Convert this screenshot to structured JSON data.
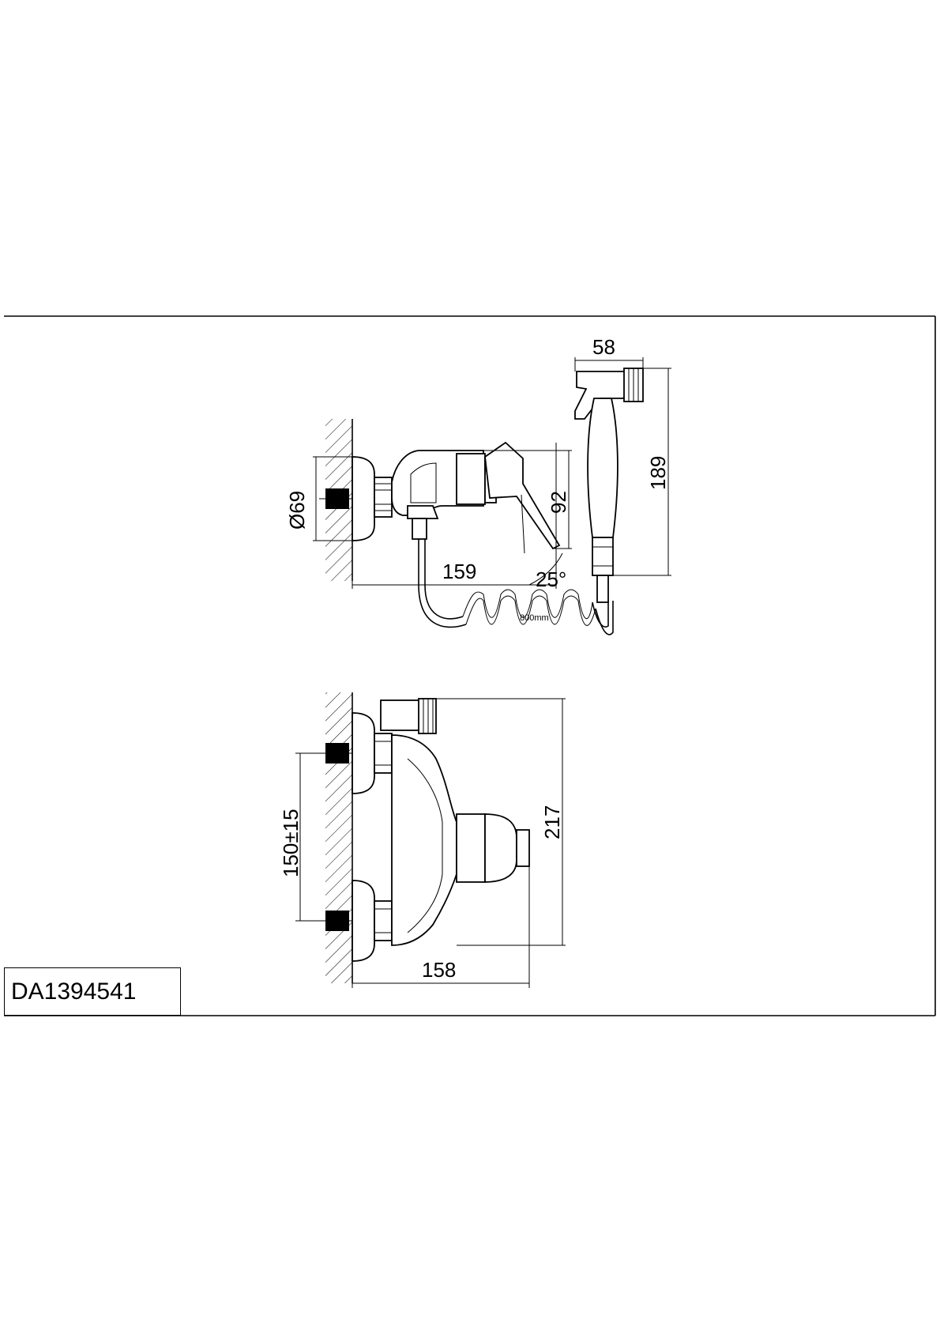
{
  "drawing": {
    "model_code": "DA1394541",
    "side_view": {
      "dim_diameter": "Ø69",
      "dim_depth": "159",
      "dim_height": "92",
      "dim_angle": "25°",
      "dim_handshower_width": "58",
      "dim_handshower_length": "189",
      "hose_note": "800mm"
    },
    "front_view": {
      "dim_centers": "150±15",
      "dim_depth": "158",
      "dim_height": "217"
    }
  }
}
